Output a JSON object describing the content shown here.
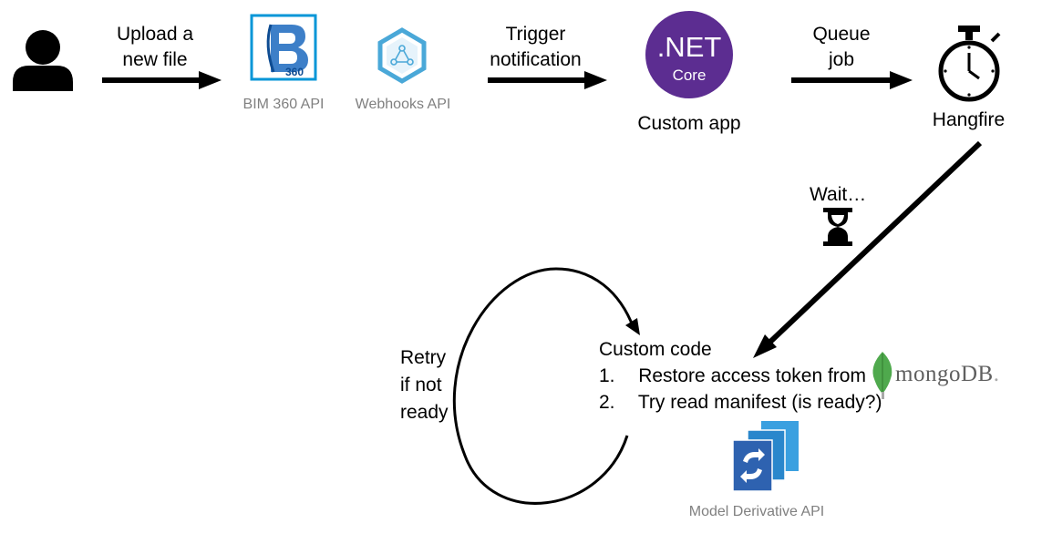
{
  "nodes": {
    "user": {
      "icon": "user-icon"
    },
    "bim360": {
      "label": "BIM 360 API",
      "badge": "360",
      "letter": "B",
      "icon": "bim360-logo-icon",
      "color": "#0696d7"
    },
    "webhooks": {
      "label": "Webhooks API",
      "icon": "webhooks-hexagon-icon",
      "color": "#4aa8d8"
    },
    "dotnet": {
      "title": ".NET",
      "subtitle": "Core",
      "label": "Custom app",
      "icon": "dotnet-core-logo-icon",
      "color": "#5c2d91"
    },
    "hangfire": {
      "label": "Hangfire",
      "icon": "stopwatch-icon"
    },
    "custom_code": {
      "title": "Custom code",
      "steps": [
        {
          "num": "1.",
          "text": "Restore access token from"
        },
        {
          "num": "2.",
          "text": "Try read manifest (is ready?)"
        }
      ]
    },
    "mongodb": {
      "word_a": "mongo",
      "word_b": "DB",
      "dot": ".",
      "icon": "mongodb-leaf-icon",
      "color": "#4fa94d"
    },
    "model_derivative": {
      "label": "Model Derivative API",
      "icon": "model-derivative-icon",
      "color": "#2e6fb8"
    }
  },
  "edges": {
    "upload": {
      "line1": "Upload a",
      "line2": "new file"
    },
    "trigger": {
      "line1": "Trigger",
      "line2": "notification"
    },
    "queue": {
      "line1": "Queue",
      "line2": "job"
    },
    "wait": {
      "label": "Wait…",
      "icon": "hourglass-icon"
    },
    "retry": {
      "line1": "Retry",
      "line2": "if not",
      "line3": "ready"
    }
  }
}
